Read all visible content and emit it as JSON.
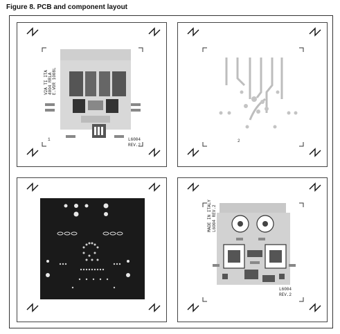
{
  "figure": {
    "caption": "Figure 8. PCB and component layout"
  },
  "panels": [
    {
      "name": "top-layer-silkscreen"
    },
    {
      "name": "bottom-layer-copper"
    },
    {
      "name": "inner-ground-plane"
    },
    {
      "name": "component-assembly"
    }
  ],
  "board": {
    "marking": "L6004",
    "revision": "REV.2",
    "origin": "MADE IN ITALY",
    "panel1_rotated_text": [
      "E.VOR 1008L",
      "4004 RRLA",
      "V2A TI ITA"
    ],
    "panel4_rotated_text": [
      "L6004 REV.2",
      "MADE IN ITALY"
    ],
    "panel4_corner_text": [
      "L6004",
      "REV.2"
    ],
    "pin_markers": [
      "1",
      "2"
    ]
  },
  "colors": {
    "board_gray": "#c8c8c8",
    "dark_gray": "#555555",
    "ground_plane": "#1a1a1a",
    "outline": "#333333"
  }
}
